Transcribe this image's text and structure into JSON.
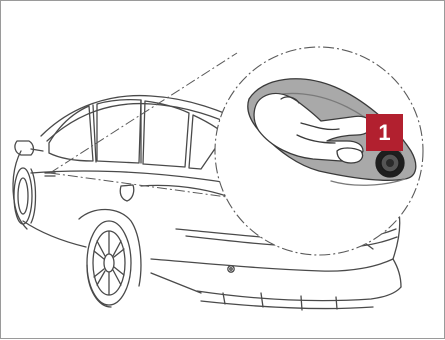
{
  "callout": {
    "number": "1",
    "color": "#b2202f"
  },
  "illustration": {
    "subject": "sedan-rear-three-quarter-view",
    "detail": "hand-pressing-door-handle-button",
    "line_color": "#4a4a4a"
  }
}
